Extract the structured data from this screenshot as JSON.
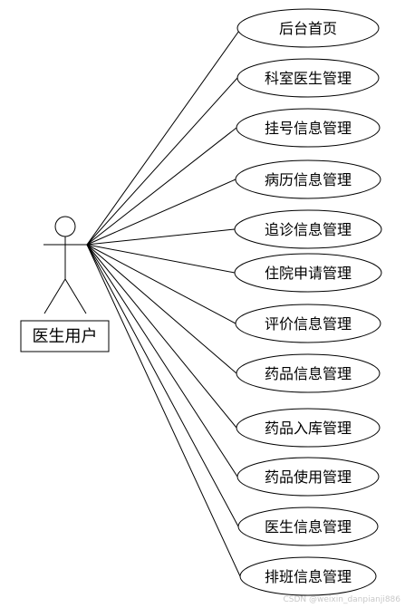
{
  "actor": {
    "label": "医生用户"
  },
  "use_cases": [
    {
      "label": "后台首页"
    },
    {
      "label": "科室医生管理"
    },
    {
      "label": "挂号信息管理"
    },
    {
      "label": "病历信息管理"
    },
    {
      "label": "追诊信息管理"
    },
    {
      "label": "住院申请管理"
    },
    {
      "label": "评价信息管理"
    },
    {
      "label": "药品信息管理"
    },
    {
      "label": "药品入库管理"
    },
    {
      "label": "药品使用管理"
    },
    {
      "label": "医生信息管理"
    },
    {
      "label": "排班信息管理"
    }
  ],
  "watermark": "CSDN @weixin_danpianji886",
  "colors": {
    "stroke": "#000000",
    "background": "#ffffff",
    "watermark": "#c8c8c8"
  }
}
